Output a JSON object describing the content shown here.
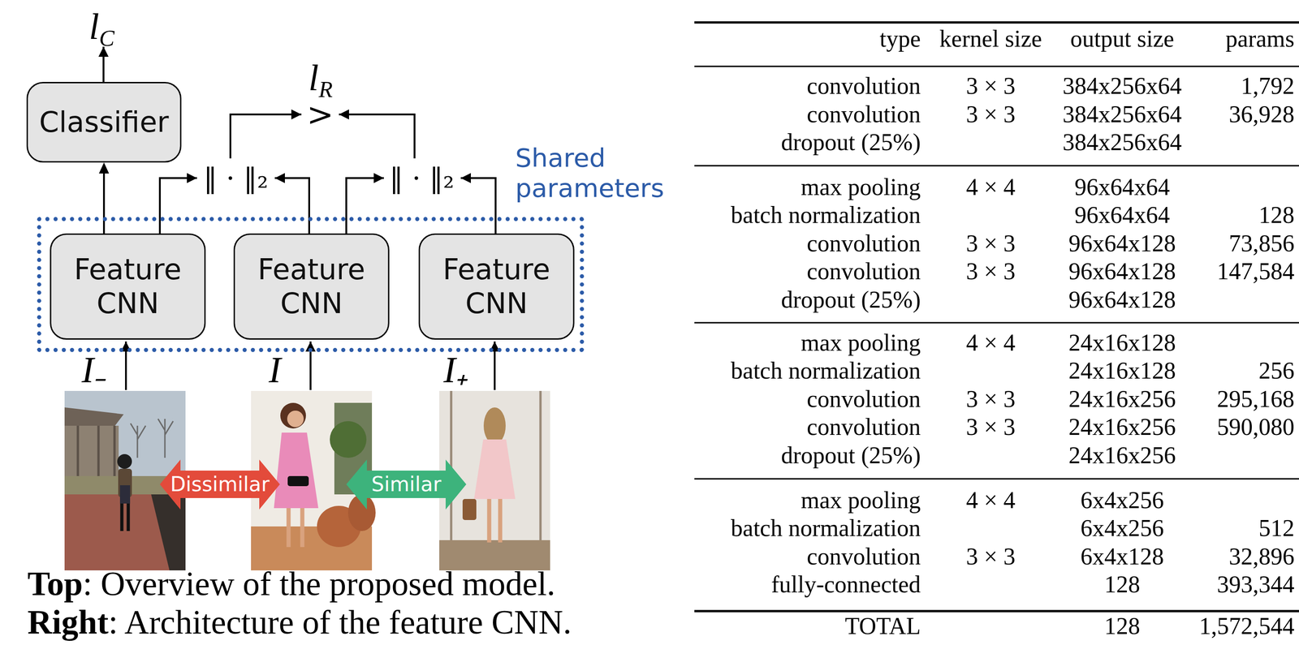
{
  "diagram": {
    "nodes": [
      {
        "text": [
          "Classifier"
        ]
      },
      {
        "text": [
          "Shared parameters"
        ]
      },
      {
        "text": [
          "Feature CNN"
        ],
        "in": 1
      },
      {
        "text": [
          "Feature CNN"
        ],
        "in": 1
      },
      {
        "text": [
          "Feature CNN"
        ],
        "in": 1
      }
    ],
    "edges": [
      {
        "from": 2,
        "to": 0,
        "arrow": "to"
      }
    ],
    "labels": [
      "l",
      "C",
      "l",
      "R",
      ">",
      "‖ · ‖₂",
      "‖ · ‖₂",
      "I₋",
      "I",
      "I₊",
      "Dissimilar",
      "Similar",
      "Top",
      ": Overview of the proposed model.",
      "Right",
      ": Architecture of the feature CNN.",
      "type",
      "kernel size",
      "output size",
      "params",
      "convolution",
      "3 × 3",
      "384x256x64",
      "1,792",
      "convolution",
      "3 × 3",
      "384x256x64",
      "36,928",
      "dropout (25%)",
      "384x256x64",
      "max pooling",
      "4 × 4",
      "96x64x64",
      "batch normalization",
      "96x64x64",
      "128",
      "convolution",
      "3 × 3",
      "96x64x128",
      "73,856",
      "convolution",
      "3 × 3",
      "96x64x128",
      "147,584",
      "dropout (25%)",
      "96x64x128",
      "max pooling",
      "4 × 4",
      "24x16x128",
      "batch normalization",
      "24x16x128",
      "256",
      "convolution",
      "3 × 3",
      "24x16x256",
      "295,168",
      "convolution",
      "3 × 3",
      "24x16x256",
      "590,080",
      "dropout (25%)",
      "24x16x256",
      "max pooling",
      "4 × 4",
      "6x4x256",
      "batch normalization",
      "6x4x256",
      "512",
      "convolution",
      "3 × 3",
      "6x4x128",
      "32,896",
      "fully-connected",
      "128",
      "393,344",
      "TOTAL",
      "128",
      "1,572,544"
    ]
  }
}
